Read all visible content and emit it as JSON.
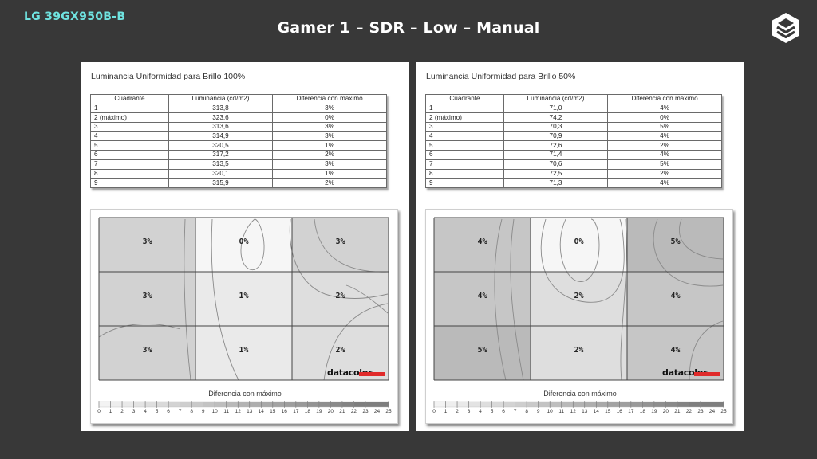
{
  "header": {
    "model": "LG 39GX950B-B",
    "title": "Gamer 1 – SDR – Low – Manual",
    "logo_icon": "hexagon-layers-logo-icon"
  },
  "colors": {
    "background": "#383838",
    "model_tag": "#6fe3e0",
    "title": "#ffffff",
    "brand_bar": "#e02a2a"
  },
  "chart_data": [
    {
      "type": "table",
      "title": "Luminancia Uniformidad para Brillo 100%",
      "columns": [
        "Cuadrante",
        "Luminancia (cd/m2)",
        "Diferencia con máximo"
      ],
      "rows": [
        [
          "1",
          "313,8",
          "3%"
        ],
        [
          "2 (máximo)",
          "323,6",
          "0%"
        ],
        [
          "3",
          "313,6",
          "3%"
        ],
        [
          "4",
          "314,9",
          "3%"
        ],
        [
          "5",
          "320,5",
          "1%"
        ],
        [
          "6",
          "317,2",
          "2%"
        ],
        [
          "7",
          "313,5",
          "3%"
        ],
        [
          "8",
          "320,1",
          "1%"
        ],
        [
          "9",
          "315,9",
          "2%"
        ]
      ],
      "heatmap": {
        "type": "heatmap",
        "grid": [
          3,
          3
        ],
        "labels": [
          "3%",
          "0%",
          "3%",
          "3%",
          "1%",
          "2%",
          "3%",
          "1%",
          "2%"
        ],
        "values": [
          3,
          0,
          3,
          3,
          1,
          2,
          3,
          1,
          2
        ],
        "brand": "datacolor",
        "scale_title": "Diferencia con máximo",
        "scale_range": [
          0,
          25
        ],
        "scale_ticks": [
          "0",
          "1",
          "2",
          "3",
          "4",
          "5",
          "6",
          "7",
          "8",
          "9",
          "10",
          "11",
          "12",
          "13",
          "14",
          "15",
          "16",
          "17",
          "18",
          "19",
          "20",
          "21",
          "22",
          "23",
          "24",
          "25"
        ]
      }
    },
    {
      "type": "table",
      "title": "Luminancia Uniformidad para Brillo 50%",
      "columns": [
        "Cuadrante",
        "Luminancia (cd/m2)",
        "Diferencia con máximo"
      ],
      "rows": [
        [
          "1",
          "71,0",
          "4%"
        ],
        [
          "2 (máximo)",
          "74,2",
          "0%"
        ],
        [
          "3",
          "70,3",
          "5%"
        ],
        [
          "4",
          "70,9",
          "4%"
        ],
        [
          "5",
          "72,6",
          "2%"
        ],
        [
          "6",
          "71,4",
          "4%"
        ],
        [
          "7",
          "70,6",
          "5%"
        ],
        [
          "8",
          "72,5",
          "2%"
        ],
        [
          "9",
          "71,3",
          "4%"
        ]
      ],
      "heatmap": {
        "type": "heatmap",
        "grid": [
          3,
          3
        ],
        "labels": [
          "4%",
          "0%",
          "5%",
          "4%",
          "2%",
          "4%",
          "5%",
          "2%",
          "4%"
        ],
        "values": [
          4,
          0,
          5,
          4,
          2,
          4,
          5,
          2,
          4
        ],
        "brand": "datacolor",
        "scale_title": "Diferencia con máximo",
        "scale_range": [
          0,
          25
        ],
        "scale_ticks": [
          "0",
          "1",
          "2",
          "3",
          "4",
          "5",
          "6",
          "7",
          "8",
          "9",
          "10",
          "11",
          "12",
          "13",
          "14",
          "15",
          "16",
          "17",
          "18",
          "19",
          "20",
          "21",
          "22",
          "23",
          "24",
          "25"
        ]
      }
    }
  ]
}
